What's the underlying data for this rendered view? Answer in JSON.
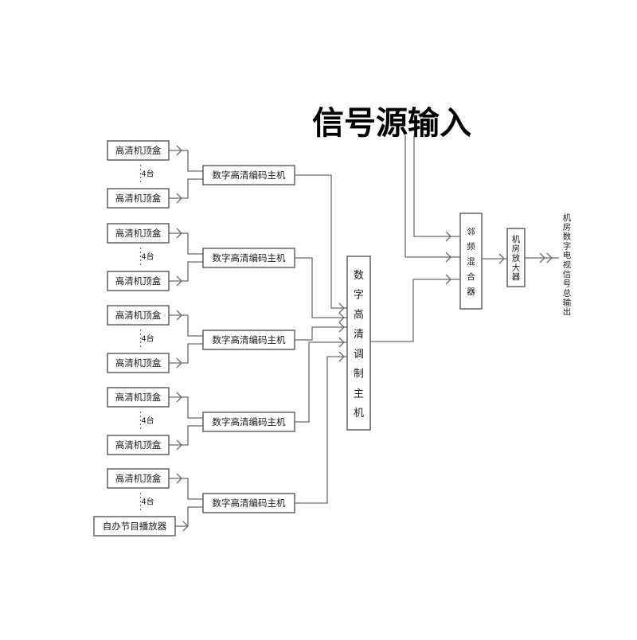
{
  "title": "信号源输入",
  "stb_label": "高清机顶盒",
  "count_label": "4台",
  "player_label": "自办节目播放器",
  "encoder_label": "数字高清编码主机",
  "modulator_label": "数字高清调制主机",
  "mixer_label": "邻频混合器",
  "amplifier_label": "机房放大器",
  "output_label": "机房数字电视信号总输出",
  "groups": [
    {
      "top": "stb",
      "bottom": "stb"
    },
    {
      "top": "stb",
      "bottom": "stb"
    },
    {
      "top": "stb",
      "bottom": "stb"
    },
    {
      "top": "stb",
      "bottom": "stb"
    },
    {
      "top": "stb",
      "bottom": "player"
    }
  ]
}
